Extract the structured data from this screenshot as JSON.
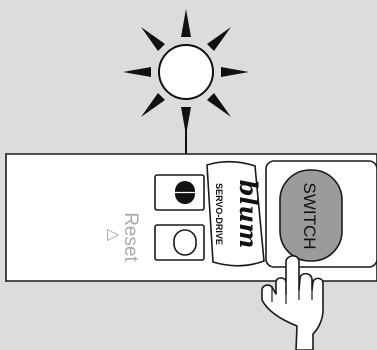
{
  "device": {
    "brand": "blum",
    "model": "SERVO-DRIVE",
    "reset_label": "Reset",
    "reset_symbol": "△",
    "switch_label": "SWITCH"
  },
  "indicator": {
    "state": "lit"
  },
  "icons": {
    "light": "sun-icon",
    "hand": "pointing-hand-icon",
    "status_led": "status-led-icon"
  },
  "colors": {
    "background": "#dcdcdc",
    "panel": "#ffffff",
    "outline": "#1a1a1a",
    "switch_fill": "#9b9b9b",
    "muted_text": "#aaaaaa"
  }
}
